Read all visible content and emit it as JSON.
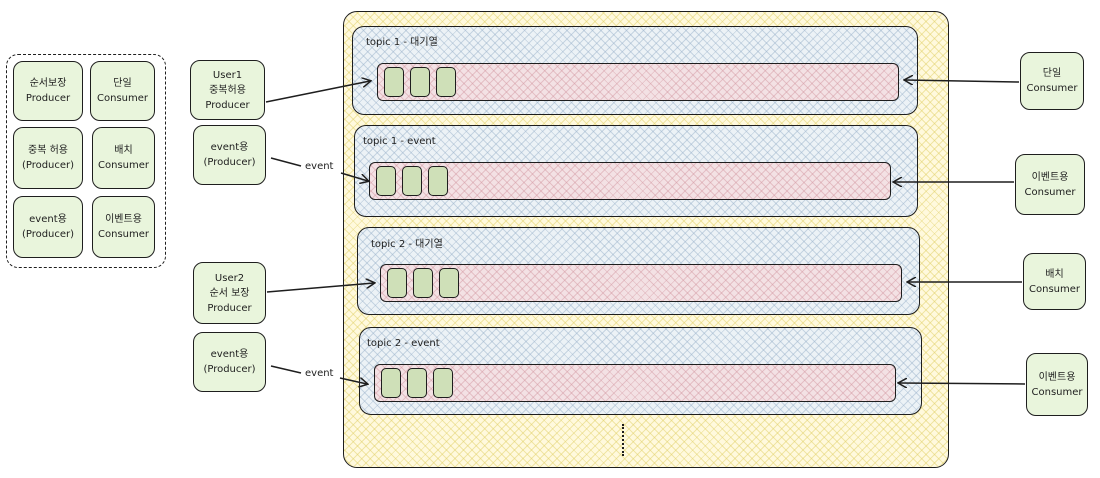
{
  "legend": [
    {
      "line1": "순서보장",
      "line2": "Producer"
    },
    {
      "line1": "단일",
      "line2": "Consumer"
    },
    {
      "line1": "중복 허용",
      "line2": "(Producer)"
    },
    {
      "line1": "배치",
      "line2": "Consumer"
    },
    {
      "line1": "event용",
      "line2": "(Producer)"
    },
    {
      "line1": "이벤트용",
      "line2": "Consumer"
    }
  ],
  "producers": [
    {
      "line1": "User1",
      "line2": "중복허용",
      "line3": "Producer"
    },
    {
      "line1": "event용",
      "line2": "(Producer)"
    },
    {
      "line1": "User2",
      "line2": "순서 보장",
      "line3": "Producer"
    },
    {
      "line1": "event용",
      "line2": "(Producer)"
    }
  ],
  "topics": [
    {
      "title": "topic 1 - 대기열"
    },
    {
      "title": "topic 1 - event"
    },
    {
      "title": "topic 2 - 대기열"
    },
    {
      "title": "topic 2 - event"
    }
  ],
  "consumers": [
    {
      "line1": "단일",
      "line2": "Consumer"
    },
    {
      "line1": "이벤트용",
      "line2": "Consumer"
    },
    {
      "line1": "배치",
      "line2": "Consumer"
    },
    {
      "line1": "이벤트용",
      "line2": "Consumer"
    }
  ],
  "edge_labels": {
    "event_1": "event",
    "event_2": "event"
  },
  "colors": {
    "node_fill": "#e9f5dc",
    "broker_fill": "#fff9dd",
    "topic_fill": "#ecf2f6",
    "queue_fill": "#f3e1e4",
    "message_fill": "#cfe0b8",
    "stroke": "#1e1e1e"
  }
}
